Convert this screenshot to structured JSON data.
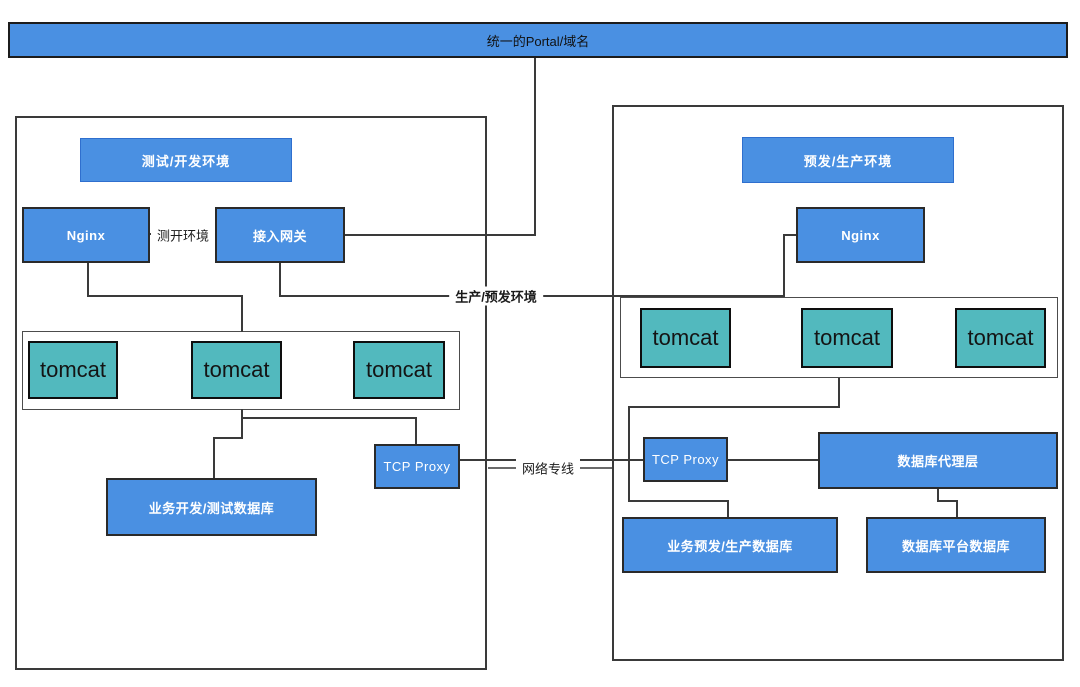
{
  "colors": {
    "node_blue": "#4a90e2",
    "tomcat_teal": "#52b9be",
    "line": "#3a3a3a",
    "container_border": "#3a3a3a",
    "label_text": "#1a1a1a"
  },
  "portal": {
    "label": "统一的Portal/域名"
  },
  "left_env": {
    "title": "测试/开发环境",
    "nginx_label": "Nginx",
    "gateway_label": "接入网关",
    "nginx_gateway_link_label": "测开环境",
    "tomcats": [
      "tomcat",
      "tomcat",
      "tomcat"
    ],
    "tcp_proxy_label": "TCP Proxy",
    "database_label": "业务开发/测试数据库"
  },
  "right_env": {
    "title": "预发/生产环境",
    "nginx_label": "Nginx",
    "tomcats": [
      "tomcat",
      "tomcat",
      "tomcat"
    ],
    "tcp_proxy_label": "TCP Proxy",
    "db_proxy_label": "数据库代理层",
    "business_db_label": "业务预发/生产数据库",
    "platform_db_label": "数据库平台数据库"
  },
  "connections": {
    "prod_pre_label": "生产/预发环境",
    "network_line_label": "网络专线"
  }
}
